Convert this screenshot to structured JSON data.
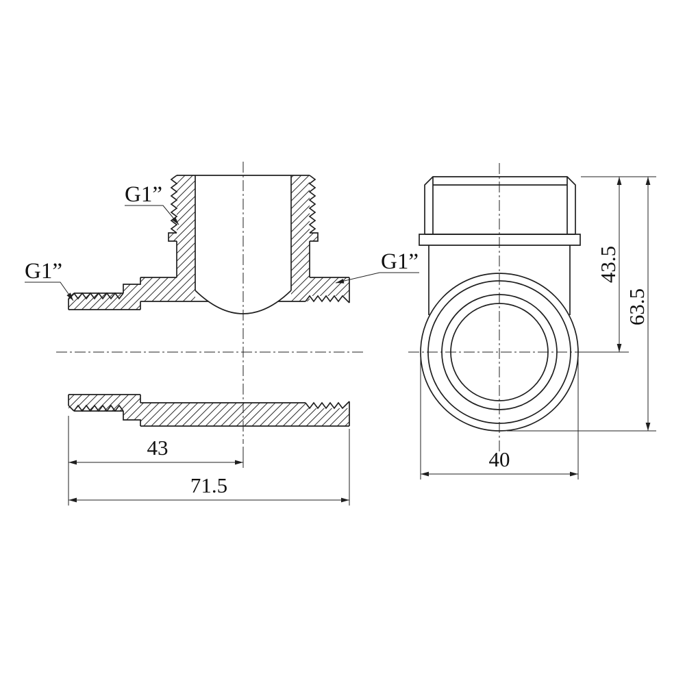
{
  "labels": {
    "thread_top": "G1”",
    "thread_left": "G1”",
    "thread_right": "G1”"
  },
  "front_view": {
    "dim_inner_width": "43",
    "dim_total_width": "71.5"
  },
  "side_view": {
    "dim_upper_height": "43.5",
    "dim_total_height": "63.5",
    "dim_width": "40"
  },
  "colors": {
    "line": "#1f1f1f",
    "background": "#ffffff"
  }
}
